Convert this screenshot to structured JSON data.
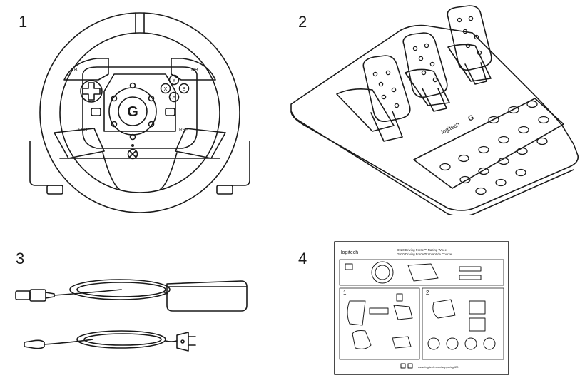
{
  "figures": [
    {
      "number": "1",
      "item": "wheel"
    },
    {
      "number": "2",
      "item": "pedals"
    },
    {
      "number": "3",
      "item": "power-adapter"
    },
    {
      "number": "4",
      "item": "setup-guide"
    }
  ],
  "wheel": {
    "lb": "LB",
    "rb": "RB",
    "lsb": "LSB",
    "rsb": "RSB",
    "y": "Y",
    "x": "X",
    "b": "B",
    "a": "A"
  },
  "pedals": {
    "brand": "logitech"
  },
  "guide": {
    "brand": "logitech",
    "title_line1": "G920 Driving Force™ Racing Wheel",
    "title_line2": "G920 Driving Force™ Volant de Course",
    "step1": "1",
    "step2": "2",
    "footer_url": "www.logitech.com/support/g920"
  }
}
